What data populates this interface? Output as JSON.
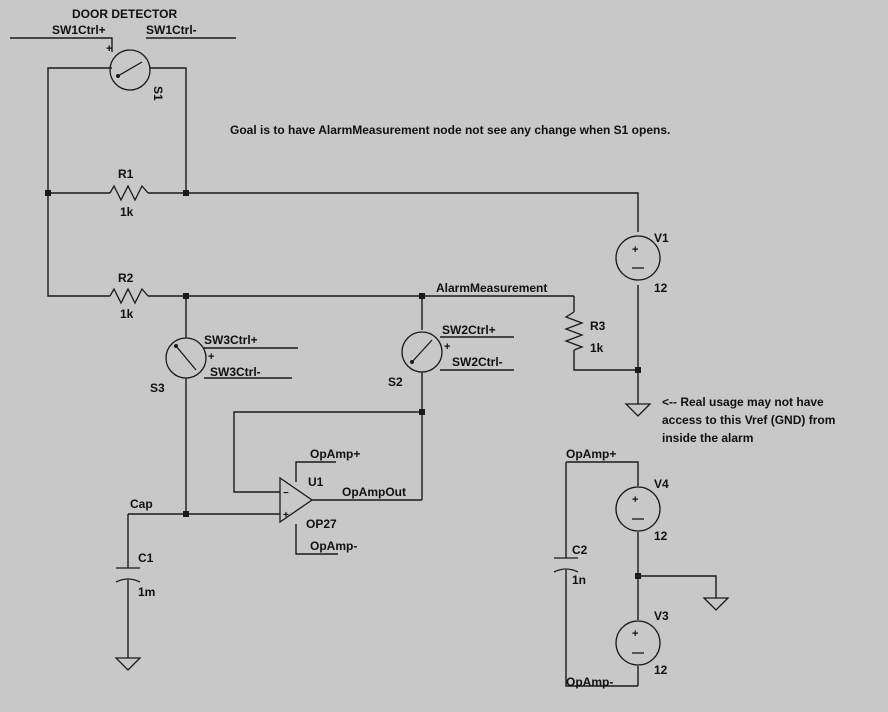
{
  "circuit": {
    "title": "DOOR DETECTOR",
    "goal_note": "Goal is to have AlarmMeasurement node not see any change when S1 opens.",
    "vref_note": [
      "<-- Real usage may not have",
      "access to this Vref (GND) from",
      "inside the alarm"
    ],
    "nets": {
      "sw1_pos": "SW1Ctrl+",
      "sw1_neg": "SW1Ctrl-",
      "sw2_pos": "SW2Ctrl+",
      "sw2_neg": "SW2Ctrl-",
      "sw3_pos": "SW3Ctrl+",
      "sw3_neg": "SW3Ctrl-",
      "alarm": "AlarmMeasurement",
      "opamp_pos_supply": "OpAmp+",
      "opamp_neg_supply": "OpAmp-",
      "opamp_out": "OpAmpOut",
      "cap": "Cap",
      "opamp_pos_supply_right": "OpAmp+",
      "opamp_neg_supply_right": "OpAmp-"
    },
    "components": {
      "s1": {
        "ref": "S1"
      },
      "s2": {
        "ref": "S2"
      },
      "s3": {
        "ref": "S3"
      },
      "r1": {
        "ref": "R1",
        "value": "1k"
      },
      "r2": {
        "ref": "R2",
        "value": "1k"
      },
      "r3": {
        "ref": "R3",
        "value": "1k"
      },
      "v1": {
        "ref": "V1",
        "value": "12"
      },
      "v3": {
        "ref": "V3",
        "value": "12"
      },
      "v4": {
        "ref": "V4",
        "value": "12"
      },
      "c1": {
        "ref": "C1",
        "value": "1m"
      },
      "c2": {
        "ref": "C2",
        "value": "1n"
      },
      "u1": {
        "ref": "U1",
        "model": "OP27"
      }
    },
    "glyphs": {
      "plus": "+",
      "minus": "−"
    }
  }
}
